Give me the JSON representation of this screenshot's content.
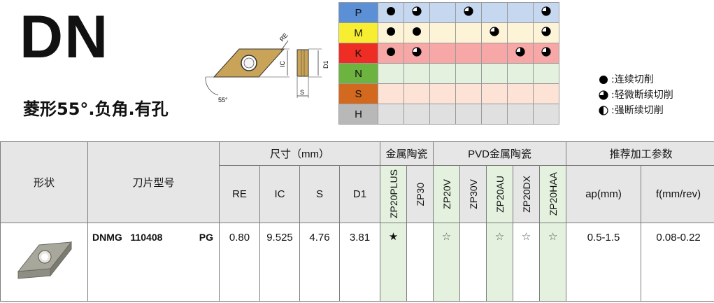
{
  "insert": {
    "code": "DN",
    "description": "菱形55°.负角.有孔",
    "diagram_labels": {
      "re": "RE",
      "ic": "IC",
      "d1": "D1",
      "s": "S",
      "angle": "55°"
    }
  },
  "material_groups": [
    {
      "label": "P",
      "color": "#5b8fd6",
      "light": "#c6d8f0",
      "marks": [
        "full",
        "3q",
        "",
        "3q",
        "",
        "",
        "3q"
      ]
    },
    {
      "label": "M",
      "color": "#f7ee32",
      "light": "#fdf3d6",
      "marks": [
        "full",
        "full",
        "",
        "",
        "3q",
        "",
        "3q"
      ]
    },
    {
      "label": "K",
      "color": "#ee2d24",
      "light": "#f7a8a6",
      "marks": [
        "full",
        "3q",
        "",
        "",
        "",
        "3q",
        "3q"
      ]
    },
    {
      "label": "N",
      "color": "#6db33f",
      "light": "#e3f1de",
      "marks": [
        "",
        "",
        "",
        "",
        "",
        "",
        ""
      ]
    },
    {
      "label": "S",
      "color": "#d2691e",
      "light": "#fde3d6",
      "marks": [
        "",
        "",
        "",
        "",
        "",
        "",
        ""
      ]
    },
    {
      "label": "H",
      "color": "#b8b8b8",
      "light": "#e0e0e0",
      "marks": [
        "",
        "",
        "",
        "",
        "",
        "",
        ""
      ]
    }
  ],
  "legend": [
    {
      "icon": "full",
      "text": ":连续切削"
    },
    {
      "icon": "3q",
      "text": ":轻微断续切削"
    },
    {
      "icon": "half",
      "text": ":强断续切削"
    }
  ],
  "table": {
    "col_shape": "形状",
    "col_model": "刀片型号",
    "dims_header": "尺寸（mm）",
    "dims": [
      "RE",
      "IC",
      "S",
      "D1"
    ],
    "group_cermet": "金属陶瓷",
    "group_pvd": "PVD金属陶瓷",
    "group_params": "推荐加工参数",
    "grades": [
      "ZP20PLUS",
      "ZP30",
      "ZP20V",
      "ZP30V",
      "ZP20AU",
      "ZP20DX",
      "ZP20HAA"
    ],
    "params": [
      "ap(mm)",
      "f(mm/rev)"
    ],
    "rows": [
      {
        "model": "DNMG   110408",
        "chipbreaker": "PG",
        "re": "0.80",
        "ic": "9.525",
        "s": "4.76",
        "d1": "3.81",
        "grades": [
          "★",
          "",
          "☆",
          "",
          "☆",
          "☆",
          "☆"
        ],
        "ap": "0.5-1.5",
        "f": "0.08-0.22"
      }
    ]
  }
}
